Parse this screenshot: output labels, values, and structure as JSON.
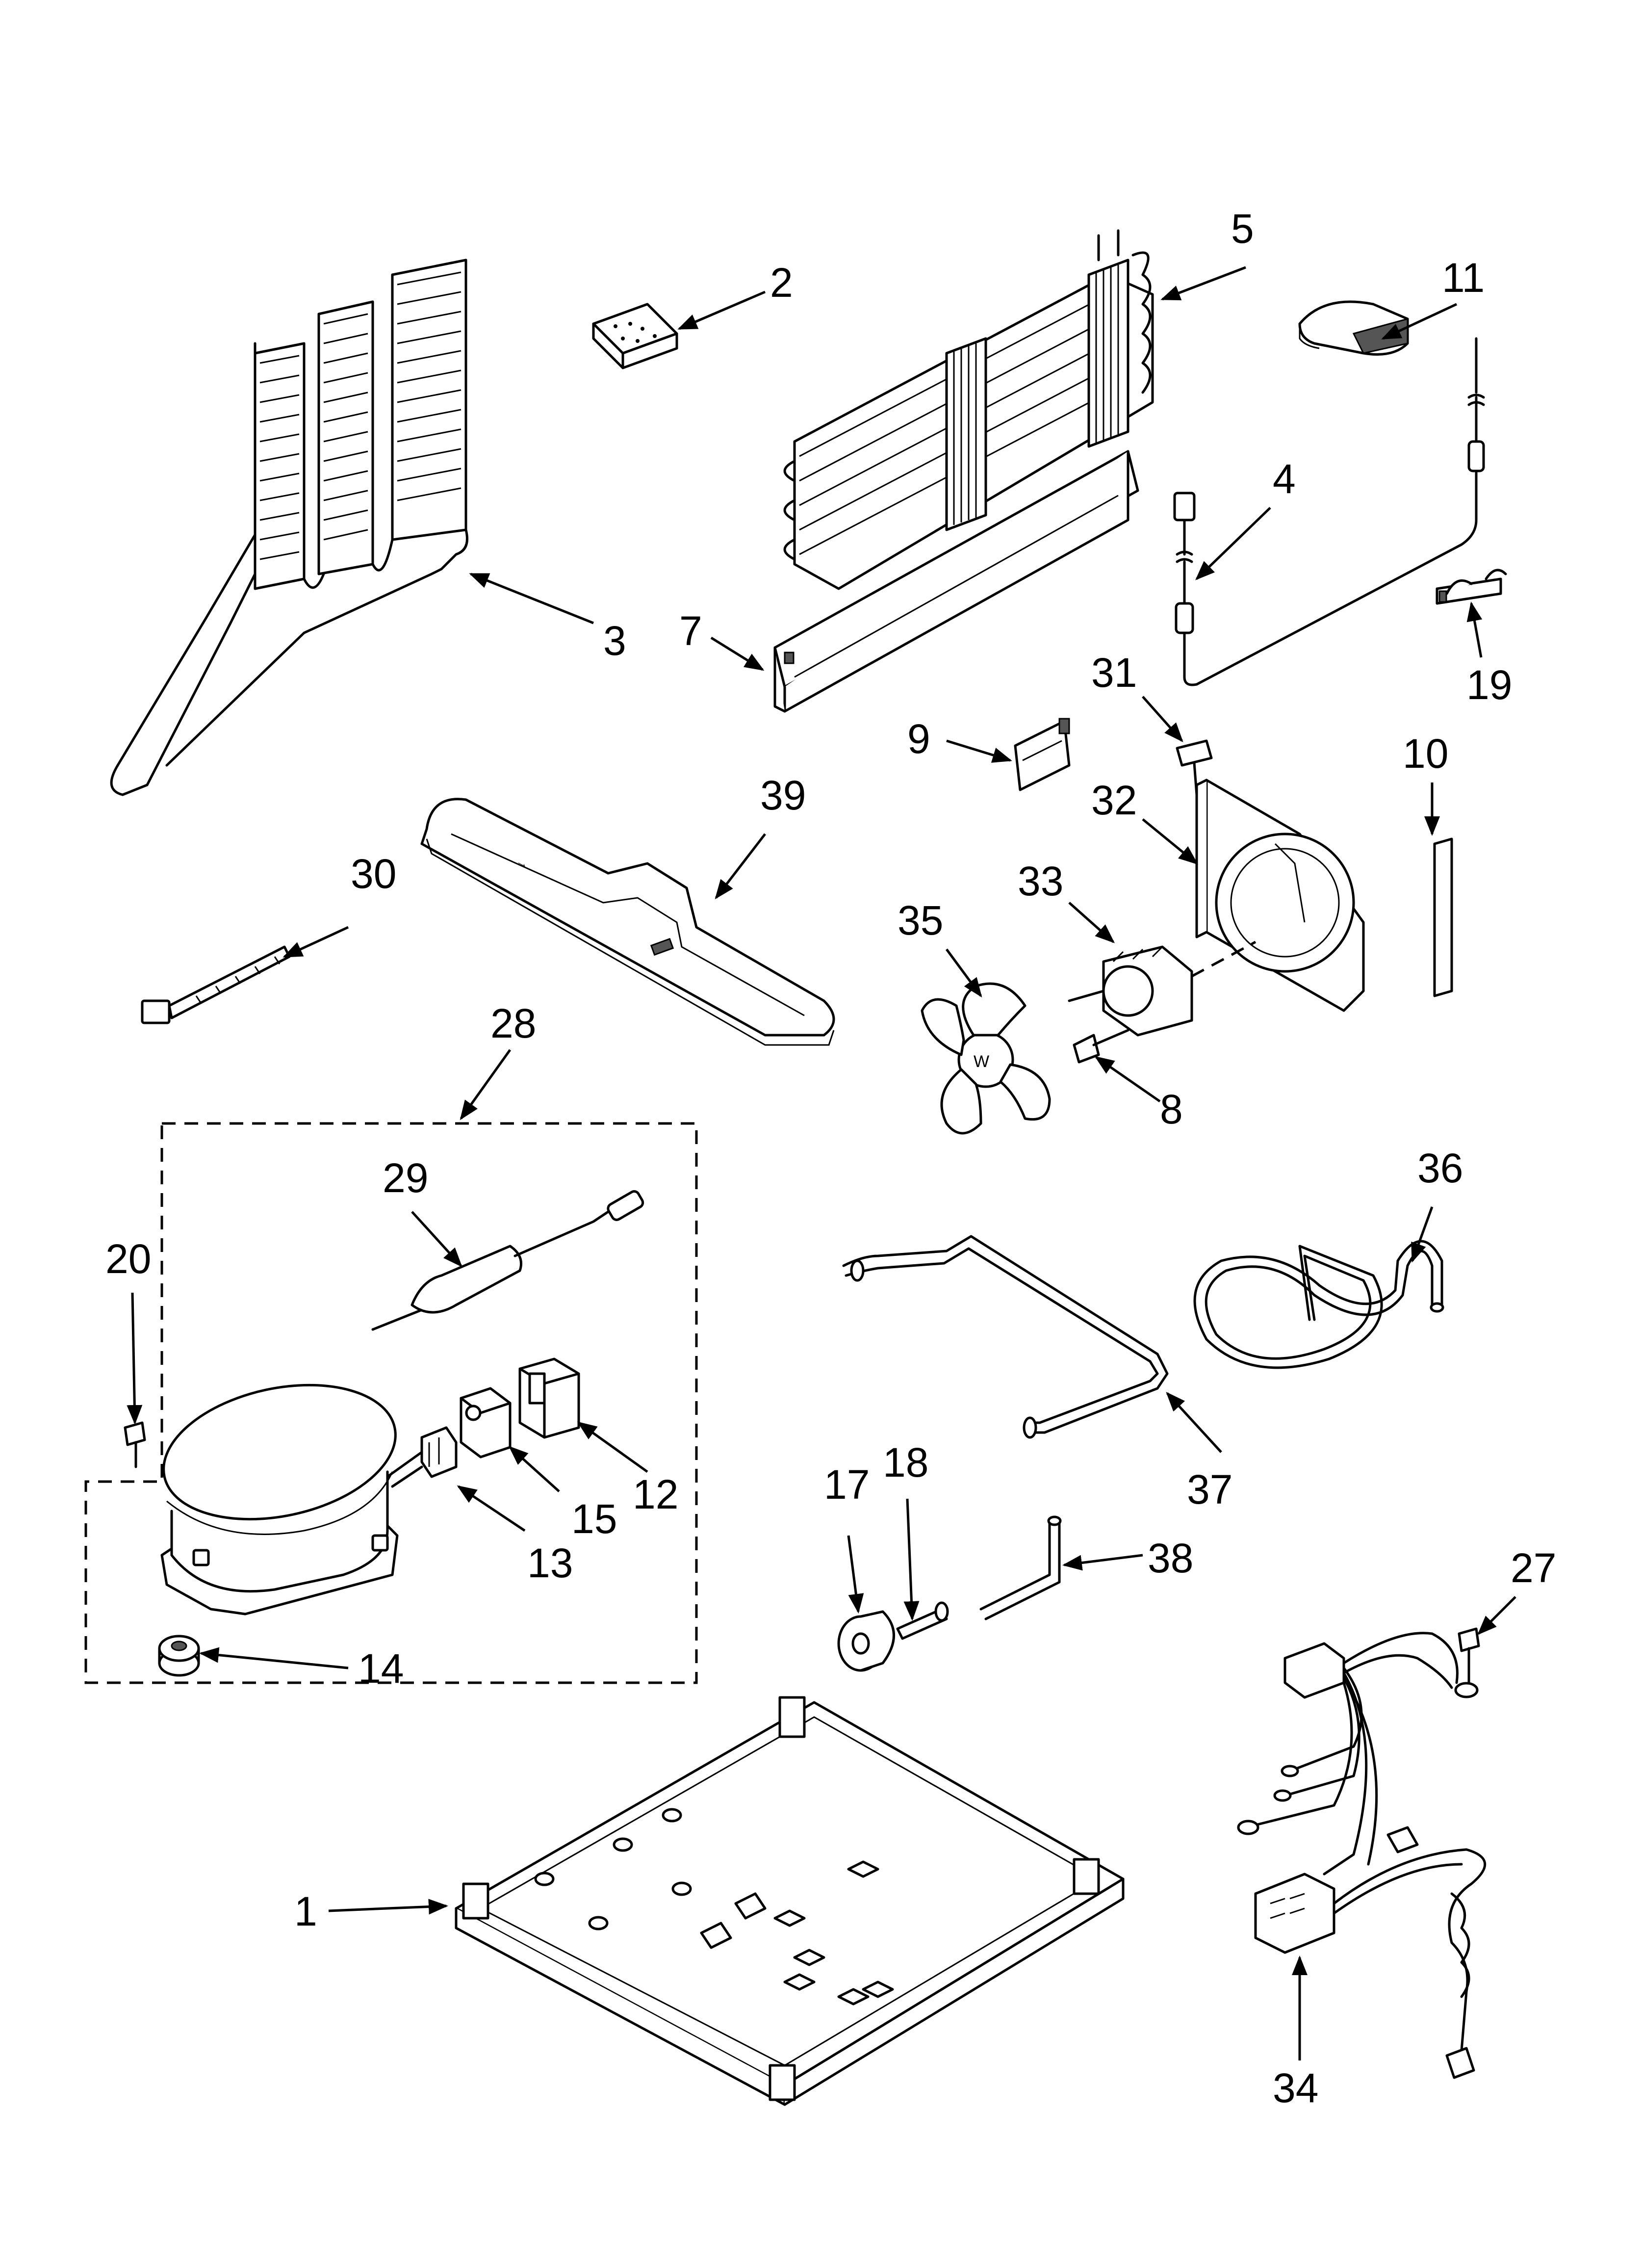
{
  "labels": {
    "c1": "1",
    "c2": "2",
    "c3": "3",
    "c4": "4",
    "c5": "5",
    "c7": "7",
    "c8": "8",
    "c9": "9",
    "c10": "10",
    "c11": "11",
    "c12": "12",
    "c13": "13",
    "c14": "14",
    "c15": "15",
    "c17": "17",
    "c18": "18",
    "c19": "19",
    "c20": "20",
    "c27": "27",
    "c28": "28",
    "c29": "29",
    "c30": "30",
    "c31": "31",
    "c32": "32",
    "c33": "33",
    "c34": "34",
    "c35": "35",
    "c36": "36",
    "c37": "37",
    "c38": "38",
    "c39": "39"
  }
}
